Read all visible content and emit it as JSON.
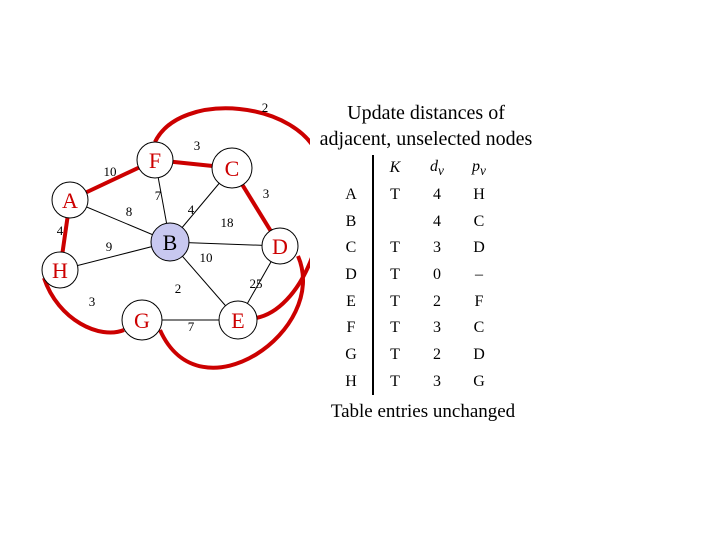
{
  "title": "Update distances of adjacent, unselected nodes",
  "footer": "Table entries unchanged",
  "graph": {
    "nodes": [
      {
        "id": "A",
        "label": "A",
        "fill": "#ffffff",
        "text_color": "#cc0000"
      },
      {
        "id": "F",
        "label": "F",
        "fill": "#ffffff",
        "text_color": "#cc0000"
      },
      {
        "id": "C",
        "label": "C",
        "fill": "#ffffff",
        "text_color": "#cc0000"
      },
      {
        "id": "B",
        "label": "B",
        "fill": "#c8c8f0",
        "text_color": "#000000"
      },
      {
        "id": "D",
        "label": "D",
        "fill": "#ffffff",
        "text_color": "#cc0000"
      },
      {
        "id": "H",
        "label": "H",
        "fill": "#ffffff",
        "text_color": "#cc0000"
      },
      {
        "id": "G",
        "label": "G",
        "fill": "#ffffff",
        "text_color": "#cc0000"
      },
      {
        "id": "E",
        "label": "E",
        "fill": "#ffffff",
        "text_color": "#cc0000"
      }
    ],
    "edges": [
      {
        "from": "A",
        "to": "F",
        "weight": "10",
        "in_tree": true
      },
      {
        "from": "F",
        "to": "C",
        "weight": "3",
        "in_tree": true
      },
      {
        "from": "C",
        "to": "D",
        "weight": "3",
        "in_tree": true
      },
      {
        "from": "H",
        "to": "A",
        "weight": "4",
        "in_tree": true
      },
      {
        "from": "H",
        "to": "G",
        "weight": "3",
        "in_tree": true
      },
      {
        "from": "D",
        "to": "E",
        "weight": "25",
        "in_tree": false
      },
      {
        "from": "F",
        "to": "B",
        "weight": "7",
        "in_tree": false
      },
      {
        "from": "A",
        "to": "B",
        "weight": "8",
        "in_tree": false
      },
      {
        "from": "H",
        "to": "B",
        "weight": "9",
        "in_tree": false
      },
      {
        "from": "C",
        "to": "B",
        "weight": "4",
        "in_tree": false
      },
      {
        "from": "B",
        "to": "D",
        "weight": "18",
        "in_tree": false
      },
      {
        "from": "B",
        "to": "E",
        "weight": "10",
        "in_tree": false
      },
      {
        "from": "G",
        "to": "D",
        "weight": "2",
        "in_tree": true
      },
      {
        "from": "G",
        "to": "E",
        "weight": "7",
        "in_tree": false
      },
      {
        "from": "F",
        "to": "E",
        "weight": "2",
        "in_tree": true
      }
    ],
    "colors": {
      "tree_edge": "#cc0000",
      "edge": "#000000",
      "node_border": "#000000"
    }
  },
  "table": {
    "headers": [
      "K",
      "dv",
      "pv"
    ],
    "rows": [
      {
        "node": "A",
        "K": "T",
        "dv": "4",
        "pv": "H"
      },
      {
        "node": "B",
        "K": "",
        "dv": "4",
        "pv": "C"
      },
      {
        "node": "C",
        "K": "T",
        "dv": "3",
        "pv": "D"
      },
      {
        "node": "D",
        "K": "T",
        "dv": "0",
        "pv": "–"
      },
      {
        "node": "E",
        "K": "T",
        "dv": "2",
        "pv": "F"
      },
      {
        "node": "F",
        "K": "T",
        "dv": "3",
        "pv": "C"
      },
      {
        "node": "G",
        "K": "T",
        "dv": "2",
        "pv": "D"
      },
      {
        "node": "H",
        "K": "T",
        "dv": "3",
        "pv": "G"
      }
    ]
  }
}
